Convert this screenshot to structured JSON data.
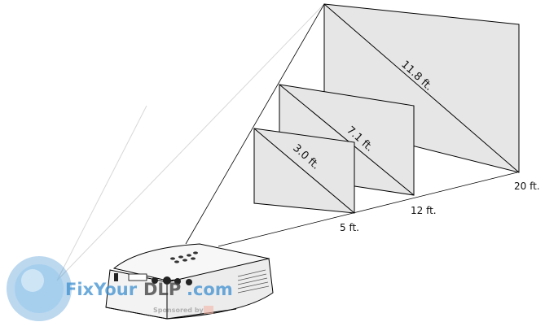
{
  "diagram": {
    "screens": [
      {
        "diagonal": "3.0 ft.",
        "distance": "5 ft."
      },
      {
        "diagonal": "7.1 ft.",
        "distance": "12 ft."
      },
      {
        "diagonal": "11.8 ft.",
        "distance": "20 ft."
      }
    ]
  },
  "watermark": {
    "brand_part1": "FixYour",
    "brand_part2": "DLP",
    "brand_part3": ".com",
    "sponsored": "Sponsored by"
  },
  "colors": {
    "screen_fill": "#e6e6e6",
    "line": "#000000",
    "projector_body": "#f5f5f5",
    "watermark_blue": "#3c8fd0",
    "watermark_dark": "#3a3a3a"
  }
}
